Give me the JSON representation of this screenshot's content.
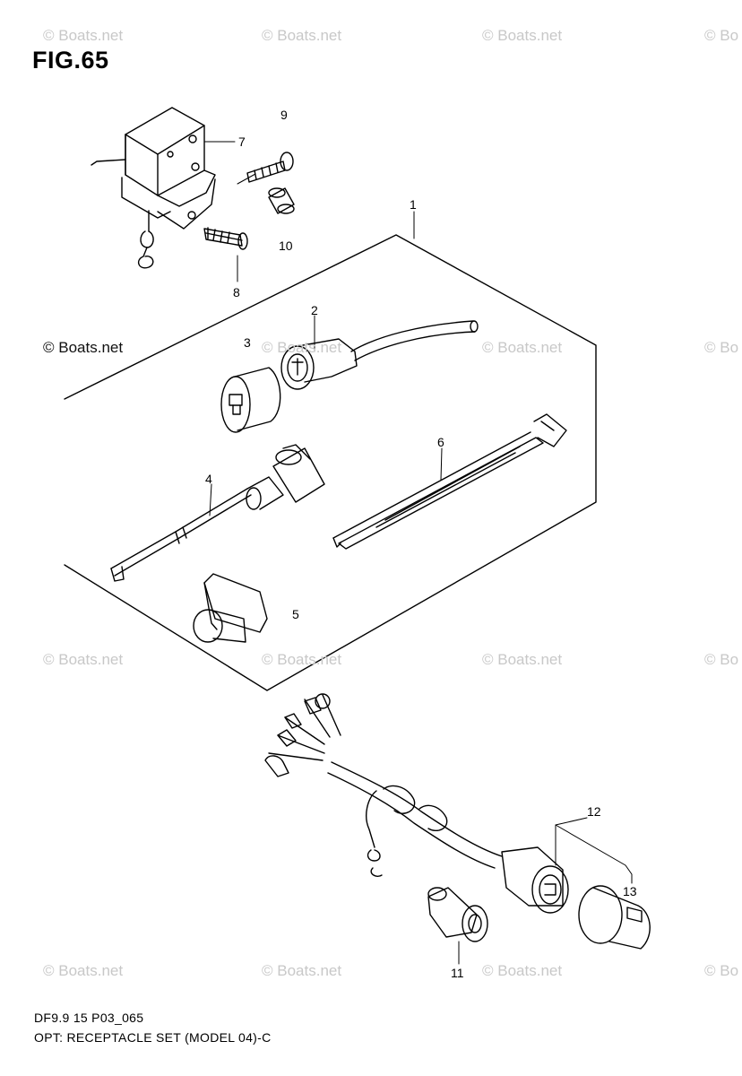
{
  "figure": {
    "title": "FIG.65",
    "code": "DF9.9 15 P03_065",
    "caption": "OPT: RECEPTACLE SET (MODEL 04)-C"
  },
  "watermarks": [
    "© Boats.net",
    "© Boats.net",
    "© Boats.net",
    "© Bo",
    "© Boats.net",
    "© Boats.net",
    "© Boats.net",
    "© Bo",
    "© Boats.net",
    "© Boats.net",
    "© Boats.net",
    "© Bo",
    "© Boats.net",
    "© Boats.net",
    "© Boats.net",
    "© Bo"
  ],
  "callouts": [
    "1",
    "2",
    "3",
    "4",
    "5",
    "6",
    "7",
    "8",
    "9",
    "10",
    "11",
    "12",
    "13"
  ]
}
